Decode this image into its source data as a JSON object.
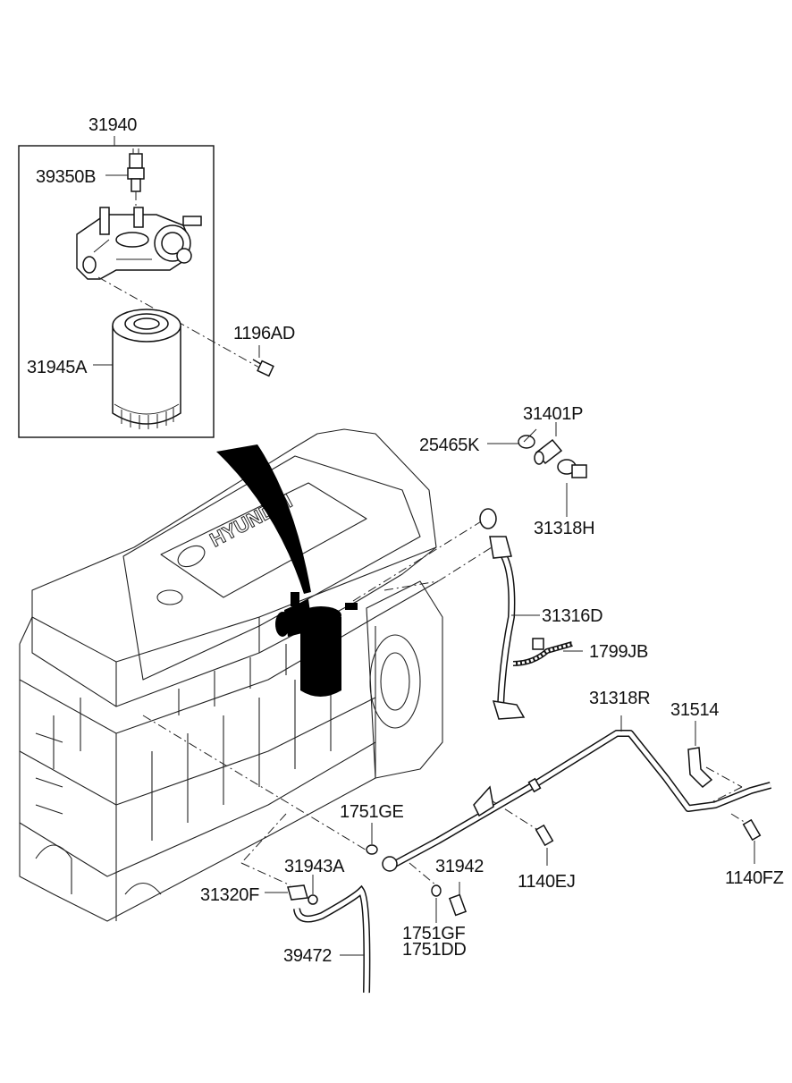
{
  "labels": {
    "p31940": "31940",
    "p39350B": "39350B",
    "p1196AD": "1196AD",
    "p31945A": "31945A",
    "p31401P": "31401P",
    "p25465K": "25465K",
    "p31318H": "31318H",
    "p31316D": "31316D",
    "p1799JB": "1799JB",
    "p31318R": "31318R",
    "p31514": "31514",
    "p1751GE": "1751GE",
    "p31943A": "31943A",
    "p31942": "31942",
    "p1140EJ": "1140EJ",
    "p1140FZ": "1140FZ",
    "p31320F": "31320F",
    "p1751GF": "1751GF",
    "p1751DD": "1751DD",
    "p39472": "39472"
  },
  "engine_logo_text": "HYUNDAI",
  "colors": {
    "line": "#111111",
    "background": "#ffffff"
  }
}
